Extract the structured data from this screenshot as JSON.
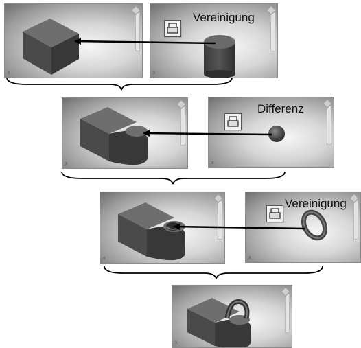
{
  "operations": [
    {
      "label": "Vereinigung",
      "icon": "boolean-union-icon"
    },
    {
      "label": "Differenz",
      "icon": "boolean-subtract-icon"
    },
    {
      "label": "Vereinigung",
      "icon": "boolean-union-icon"
    }
  ],
  "colors": {
    "solid_dark": "#3a3a3a",
    "solid_mid": "#5a5a5a",
    "solid_light": "#7a7a7a",
    "arrow": "#000000"
  }
}
